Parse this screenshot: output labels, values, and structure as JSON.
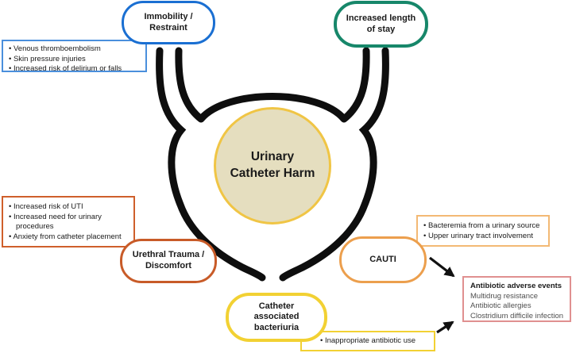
{
  "diagram_title": "Urinary Catheter Harm",
  "center": {
    "lines": [
      "Urinary",
      "Catheter Harm"
    ],
    "fill_color": "#e5debf",
    "border_color": "#f0c545"
  },
  "nodes": {
    "immobility": {
      "lines": [
        "Immobility /",
        "Restraint"
      ],
      "color": "#1a6fd2"
    },
    "los": {
      "lines": [
        "Increased length",
        "of stay"
      ],
      "color": "#17876a"
    },
    "trauma": {
      "lines": [
        "Urethral Trauma /",
        "Discomfort"
      ],
      "color": "#c85b28"
    },
    "cauti": {
      "lines": [
        "CAUTI"
      ],
      "color": "#ec9f4d"
    },
    "bacteriuria": {
      "lines": [
        "Catheter",
        "associated",
        "bacteriuria"
      ],
      "color": "#f2d133"
    }
  },
  "effects": {
    "immobility": {
      "color": "#4a8fdc",
      "items": [
        "Venous thromboembolism",
        "Skin pressure injuries",
        "Increased risk of delirium or falls"
      ]
    },
    "trauma": {
      "color": "#cf5f2b",
      "items": [
        "Increased risk of UTI",
        "Increased need for urinary procedures",
        "Anxiety from catheter placement"
      ]
    },
    "cauti": {
      "color": "#f3b974",
      "items": [
        "Bacteremia from a urinary source",
        "Upper urinary tract involvement"
      ]
    },
    "antibiotic": {
      "color": "#e09090",
      "title": "Antibiotic adverse events",
      "items": [
        "Multidrug resistance",
        "Antibiotic allergies",
        "Clostridium difficile infection"
      ]
    },
    "bacteriuria": {
      "color": "#f2d133",
      "items": [
        "Inappropriate antibiotic use"
      ]
    }
  },
  "bladder_outline_color": "#0e0e0e",
  "arrow_color": "#111111"
}
